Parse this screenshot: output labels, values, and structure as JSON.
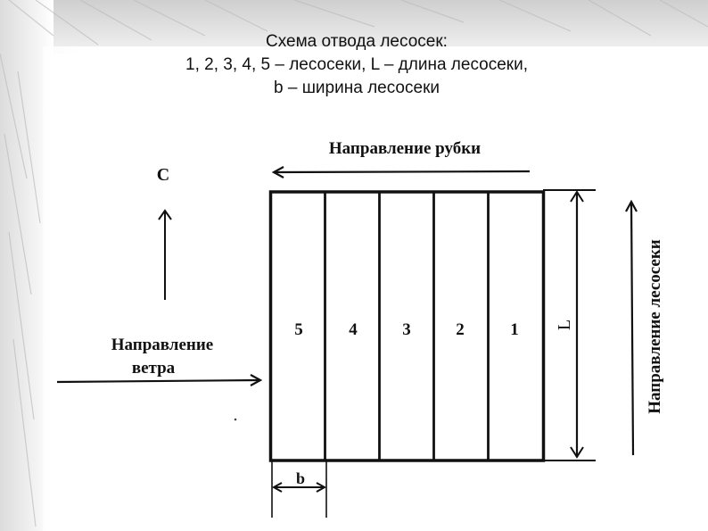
{
  "slide": {
    "title_lines": [
      "Схема отвода лесосек:",
      "1, 2, 3, 4, 5 – лесосеки, L – длина лесосеки,",
      "b – ширина лесосеки"
    ]
  },
  "diagram": {
    "cutting_direction_label": "Направление рубки",
    "north_label": "С",
    "wind_label_line1": "Направление",
    "wind_label_line2": "ветра",
    "plots": [
      {
        "label": "5"
      },
      {
        "label": "4"
      },
      {
        "label": "3"
      },
      {
        "label": "2"
      },
      {
        "label": "1"
      }
    ],
    "length_label": "L",
    "width_label": "b",
    "plot_direction_label": "Направление лесосеки"
  },
  "colors": {
    "line": "#111111",
    "background": "#ffffff",
    "texture": "#d8d8d8"
  }
}
